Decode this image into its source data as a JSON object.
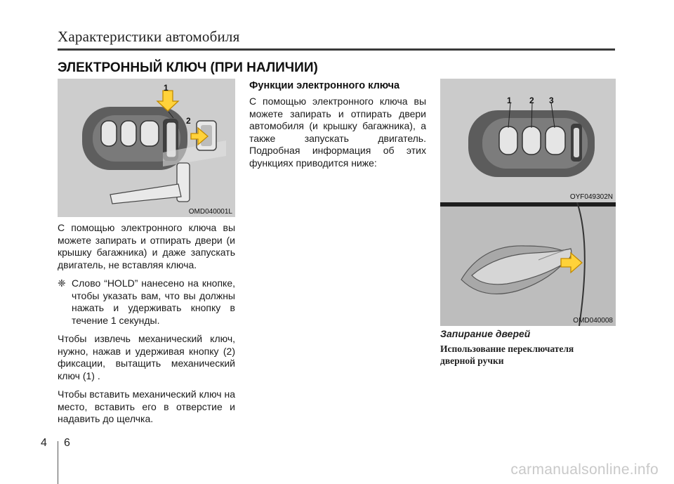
{
  "header": {
    "title": "Характеристики автомобиля"
  },
  "section": {
    "title": "ЭЛЕКТРОННЫЙ КЛЮЧ (ПРИ НАЛИЧИИ)"
  },
  "figures": {
    "left": {
      "code": "OMD040001L",
      "callout_1": "1",
      "callout_2": "2"
    },
    "right_top": {
      "code": "OYF049302N",
      "callout_1": "1",
      "callout_2": "2",
      "callout_3": "3"
    },
    "right_bottom": {
      "code": "OMD040008"
    }
  },
  "left_column": {
    "para1": "С помощью электронного ключа вы можете запирать и отпирать двери (и крышку багажника) и даже запускать двигатель, не вставляя ключа.",
    "note_mark": "❈",
    "note": "Слово “HOLD” нанесено на кнопке, чтобы указать вам, что вы должны нажать и удерживать кнопку в течение 1 секунды.",
    "para2": "Чтобы извлечь механический ключ, нужно, нажав и удерживая кнопку (2) фиксации, вытащить механический ключ (1) .",
    "para3": "Чтобы вставить механический ключ на место, вставить его в отверстие и надавить до щелчка."
  },
  "middle_column": {
    "heading": "Функции электронного ключа",
    "para": "С помощью электронного ключа вы можете запирать и отпирать двери автомобиля (и крышку багажника), а также запускать двигатель. Подробная информация об этих функциях приводится ниже:"
  },
  "right_column": {
    "caption_italic": "Запирание дверей",
    "caption_serif": "Использование переключателя дверной ручки"
  },
  "footer": {
    "page_section": "4",
    "page_number": "6",
    "watermark": "carmanualsonline.info"
  }
}
